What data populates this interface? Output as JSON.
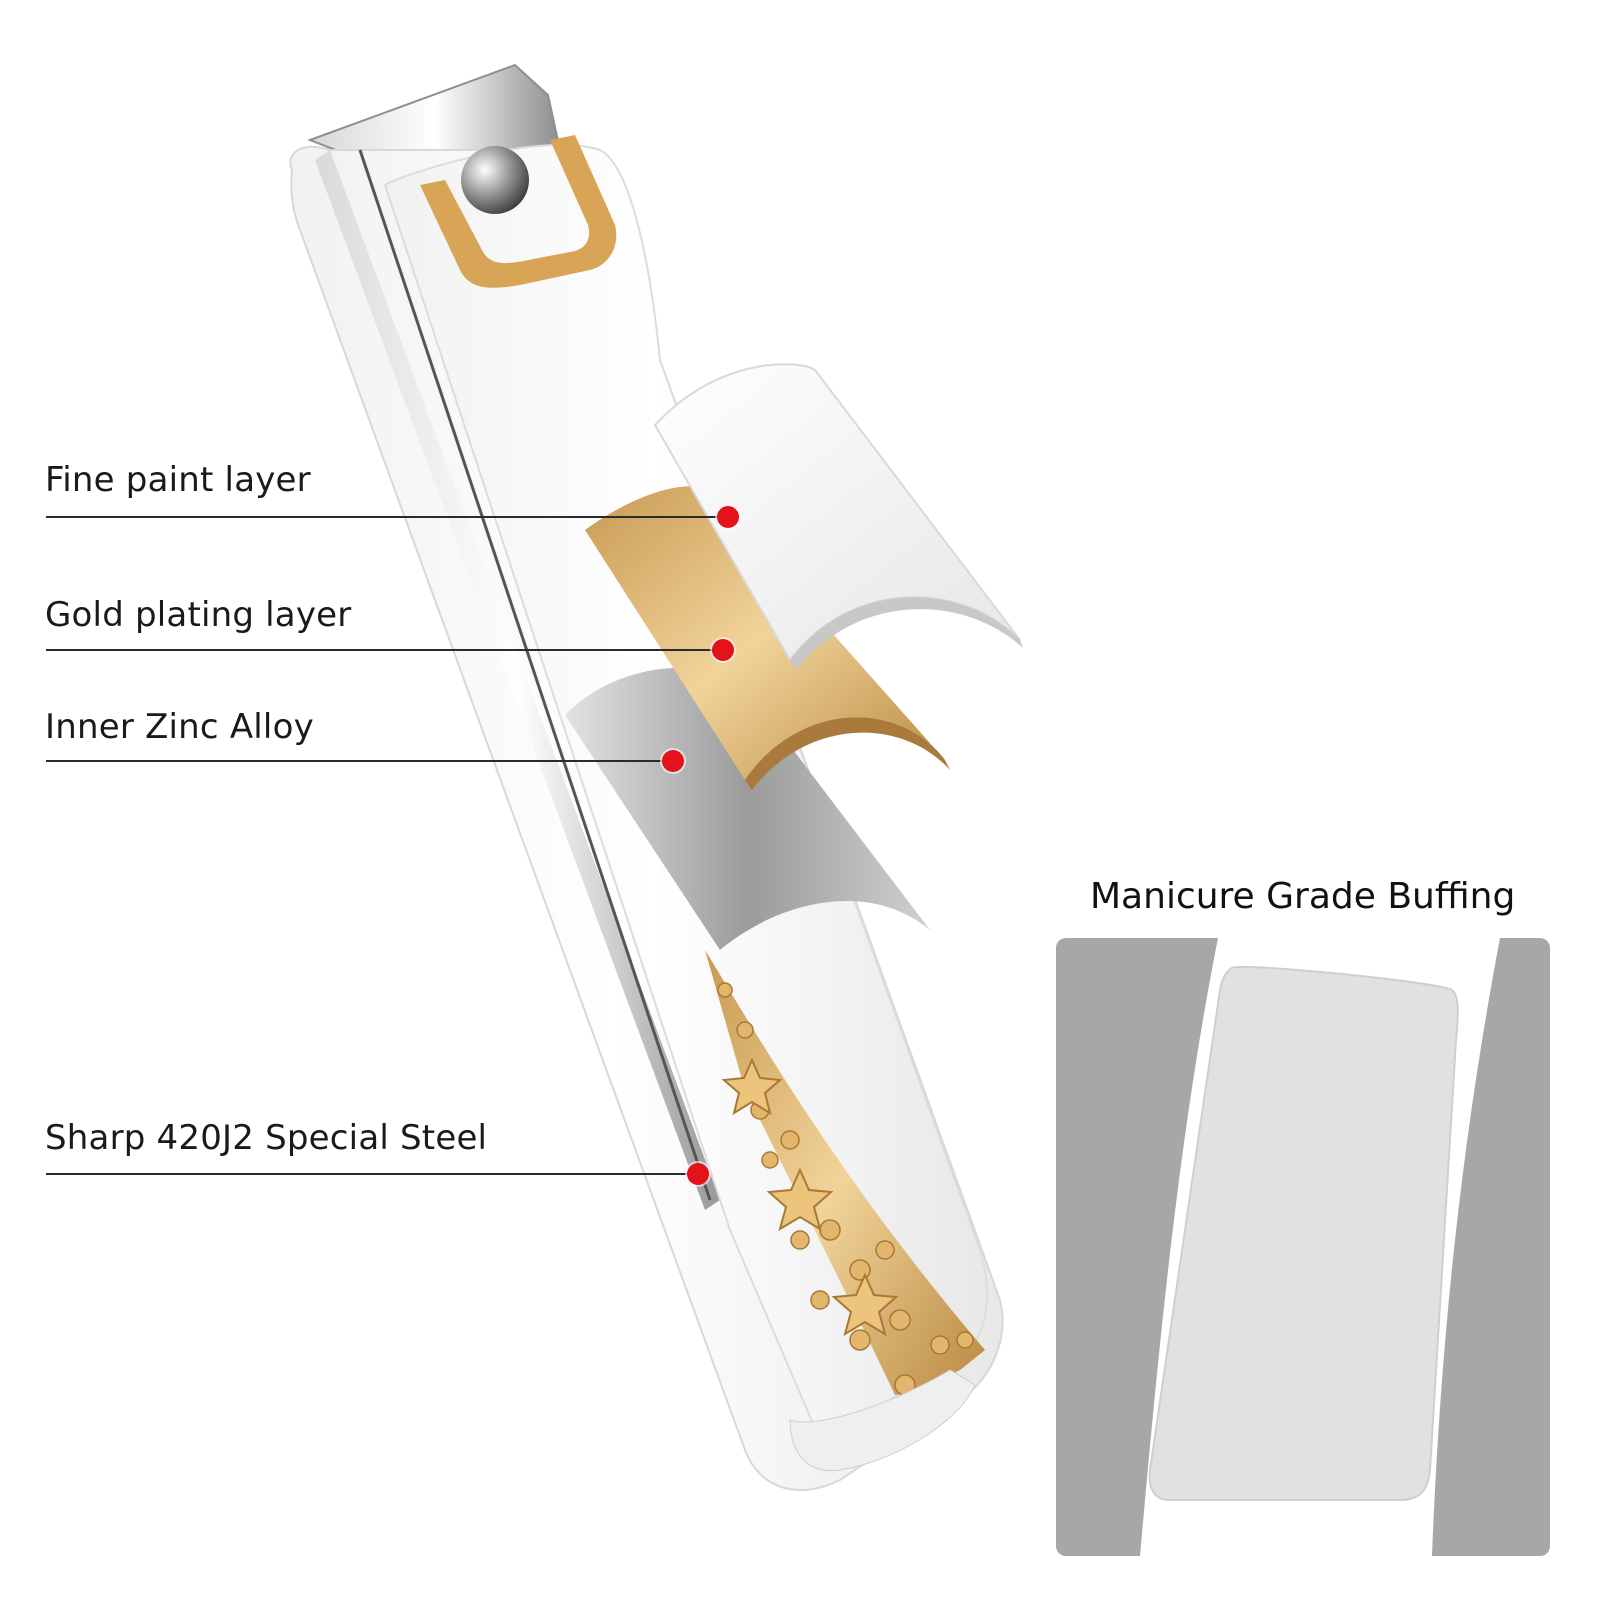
{
  "callouts": [
    {
      "id": "fine-paint",
      "label": "Fine paint layer"
    },
    {
      "id": "gold-plating",
      "label": "Gold plating layer"
    },
    {
      "id": "inner-zinc",
      "label": "Inner Zinc Alloy"
    },
    {
      "id": "special-steel",
      "label": "Sharp 420J2 Special Steel"
    }
  ],
  "inset": {
    "title": "Manicure Grade Buffing"
  },
  "colors": {
    "accent_dot": "#e3121b",
    "gold": "#d8a455",
    "body_white": "#ffffff",
    "steel": "#9a9a9a",
    "inset_gray": "#a7a7a7"
  }
}
